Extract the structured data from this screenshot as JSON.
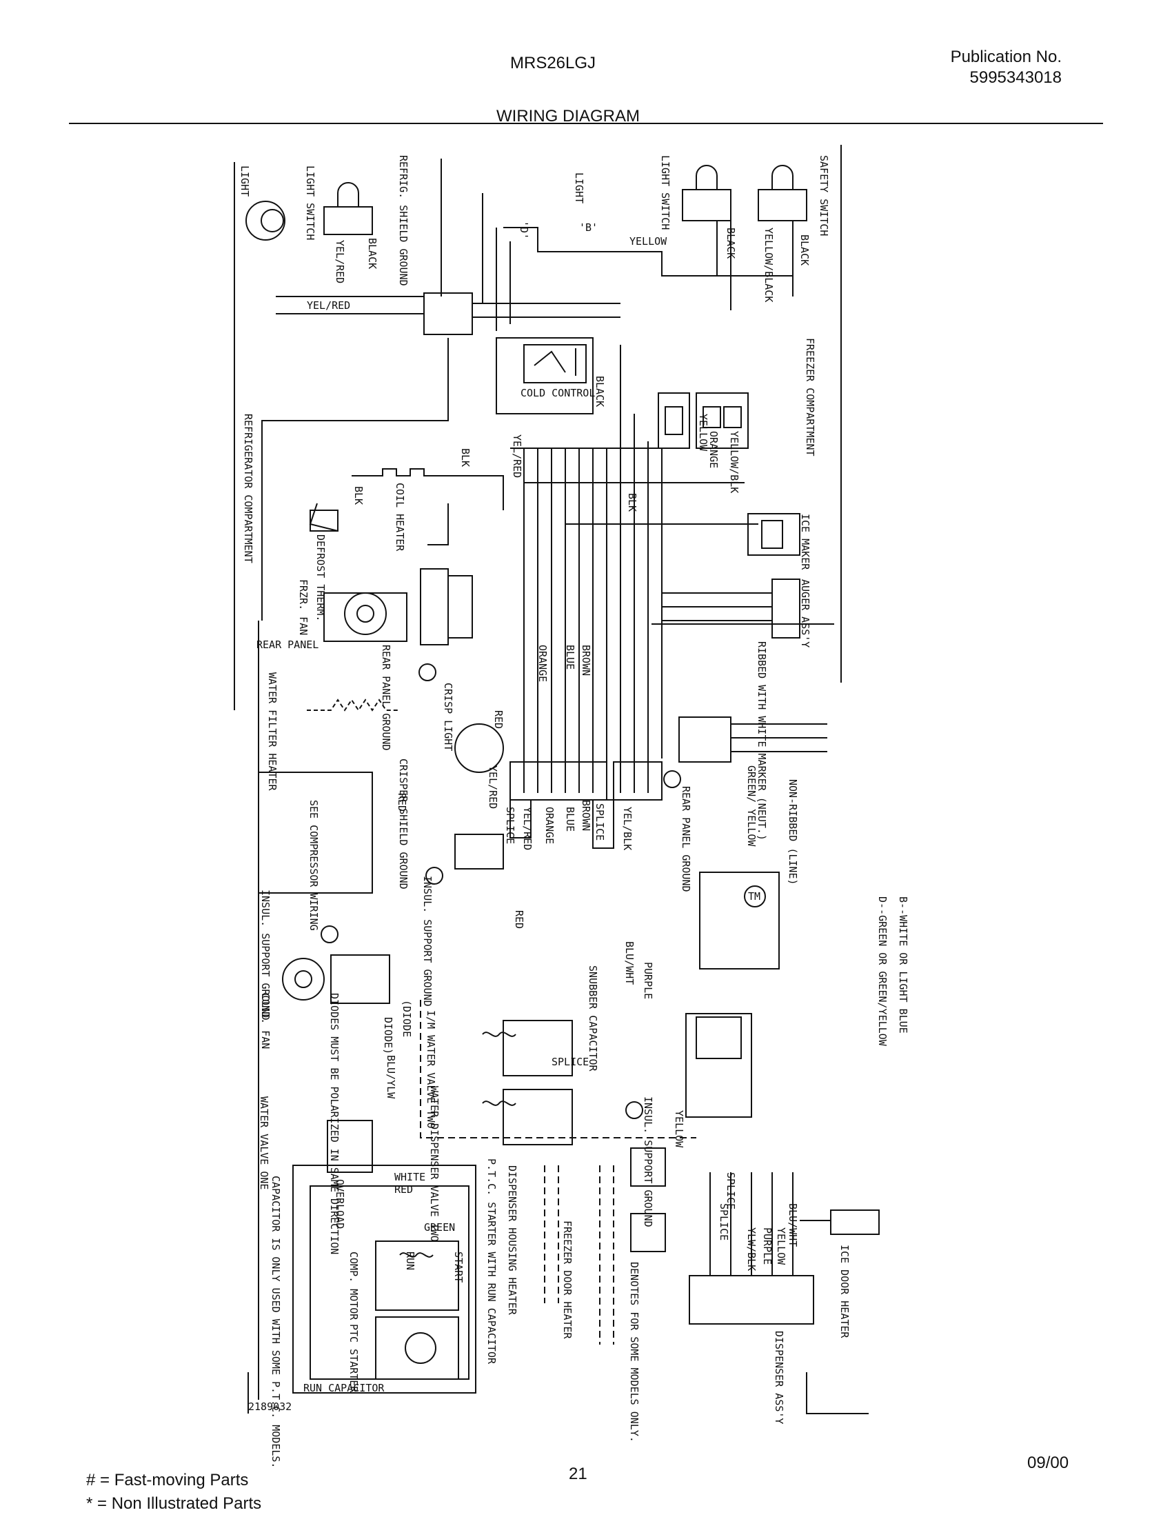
{
  "header": {
    "model": "MRS26LGJ",
    "publication_label": "Publication No.",
    "publication_number": "5995343018",
    "title": "WIRING DIAGRAM"
  },
  "diagram": {
    "labels": {
      "light_left": "LIGHT",
      "light_switch_left": "LIGHT SWITCH",
      "refrig_shield_ground": "REFRIG. SHIELD GROUND",
      "black_1": "BLACK",
      "yel_red_1": "YEL/RED",
      "yel_red_2": "YEL/RED",
      "light_top": "LIGHT",
      "light_switch_right": "LIGHT SWITCH",
      "safety_switch": "SAFETY SWITCH",
      "yellow_1": "YELLOW",
      "black_2": "BLACK",
      "yellow_black": "YELLOW/BLACK",
      "black_3": "BLACK",
      "cold_control": "COLD CONTROL",
      "black_4": "BLACK",
      "freezer_compartment": "FREEZER COMPARTMENT",
      "refrigerator_compartment": "REFRIGERATOR COMPARTMENT",
      "blk_1": "BLK",
      "blk_2": "BLK",
      "coil_heater": "COIL HEATER",
      "defrost_therm": "DEFROST THERM.",
      "yel_red_3": "YEL/RED",
      "yellow_2": "YELLOW",
      "orange_1": "ORANGE",
      "yellow_blk": "YELLOW/BLK",
      "blk_3": "BLK",
      "ice_maker": "ICE MAKER",
      "frzr_fan": "FRZR. FAN",
      "auger_assy": "AUGER ASS'Y",
      "rear_panel": "REAR PANEL",
      "rear_panel_ground_1": "REAR PANEL GROUND",
      "ribbed": "RIBBED WITH WHITE MARKER (NEUT.)",
      "orange_2": "ORANGE",
      "blue_1": "BLUE",
      "brown_1": "BROWN",
      "water_filter_heater": "WATER FILTER HEATER",
      "crisp_light": "CRISP LIGHT",
      "red_1": "RED",
      "crisper_shield_ground": "CRISPER SHIELD GROUND",
      "see_compressor_wiring": "SEE COMPRESSOR WIRING",
      "red_2": "RED",
      "yel_red_4": "YEL/RED",
      "splice_1": "SPLICE",
      "yel_red_5": "YEL/RED",
      "orange_3": "ORANGE",
      "blue_2": "BLUE",
      "brown_2": "BROWN",
      "splice_2": "SPLICE",
      "yel_blk_1": "YEL/BLK",
      "green_yellow": "GREEN/ YELLOW",
      "rear_panel_ground_2": "REAR PANEL GROUND",
      "non_ribbed": "NON-RIBBED (LINE)",
      "insul_support_ground_1": "INSUL. SUPPORT GROUND",
      "insul_support_ground_2": "INSUL. SUPPORT GROUND",
      "red_3": "RED",
      "tm": "TM",
      "legend_b": "B--WHITE OR LIGHT BLUE",
      "legend_d": "D--GREEN OR GREEN/YELLOW",
      "cond_fan": "COND. FAN",
      "diodes_note": "DIODES MUST BE POLARIZED IN SAME DIRECTION",
      "diode_1": "(DIODE",
      "diode_2": "DIODE)",
      "blu_ylw": "BLU/YLW",
      "im_valve_two": "I/M WATER VALVE TWO",
      "purple_1": "PURPLE",
      "blu_wht_1": "BLU/WHT",
      "snubber_capacitor": "SNUBBER CAPACITOR",
      "water_dispenser_valve_two": "WATER DISPENSER VALVE TWO",
      "water_valve_one": "WATER VALVE ONE",
      "splice_3": "SPLICE",
      "insul_support_ground_3": "INSUL. SUPPORT GROUND",
      "yellow_3": "YELLOW",
      "capacitor_note": "CAPACITOR IS ONLY USED WITH SOME P.T.C. MODELS.",
      "white": "WHITE",
      "red_4": "RED",
      "overload": "OVERLOAD",
      "green": "GREEN",
      "comp_motor": "COMP. MOTOR",
      "run": "RUN",
      "start": "START",
      "ptc_starter": "PTC STARTER",
      "run_capacitor": "RUN CAPACITOR",
      "ptc_starter_run_cap": "P.T.C. STARTER WITH RUN CAPACITOR",
      "dispenser_housing_heater": "DISPENSER HOUSING HEATER",
      "freezer_door_heater": "FREEZER DOOR HEATER",
      "denotes_some_models": "DENOTES FOR SOME MODELS ONLY.",
      "splice_4": "SPLICE",
      "splice_5": "SPLICE",
      "blu_wht_2": "BLU/WHT",
      "yellow_4": "YELLOW",
      "purple_2": "PURPLE",
      "ylw_blk": "YLW/BLK",
      "dispenser_assy": "DISPENSER ASS'Y",
      "ice_door_heater": "ICE DOOR HEATER",
      "part_number": "2189032",
      "tag_b": "'B'",
      "tag_d": "'D'"
    }
  },
  "footer": {
    "legend_fast": "# = Fast-moving Parts",
    "legend_non": "* = Non Illustrated Parts",
    "page_number": "21",
    "date": "09/00"
  }
}
